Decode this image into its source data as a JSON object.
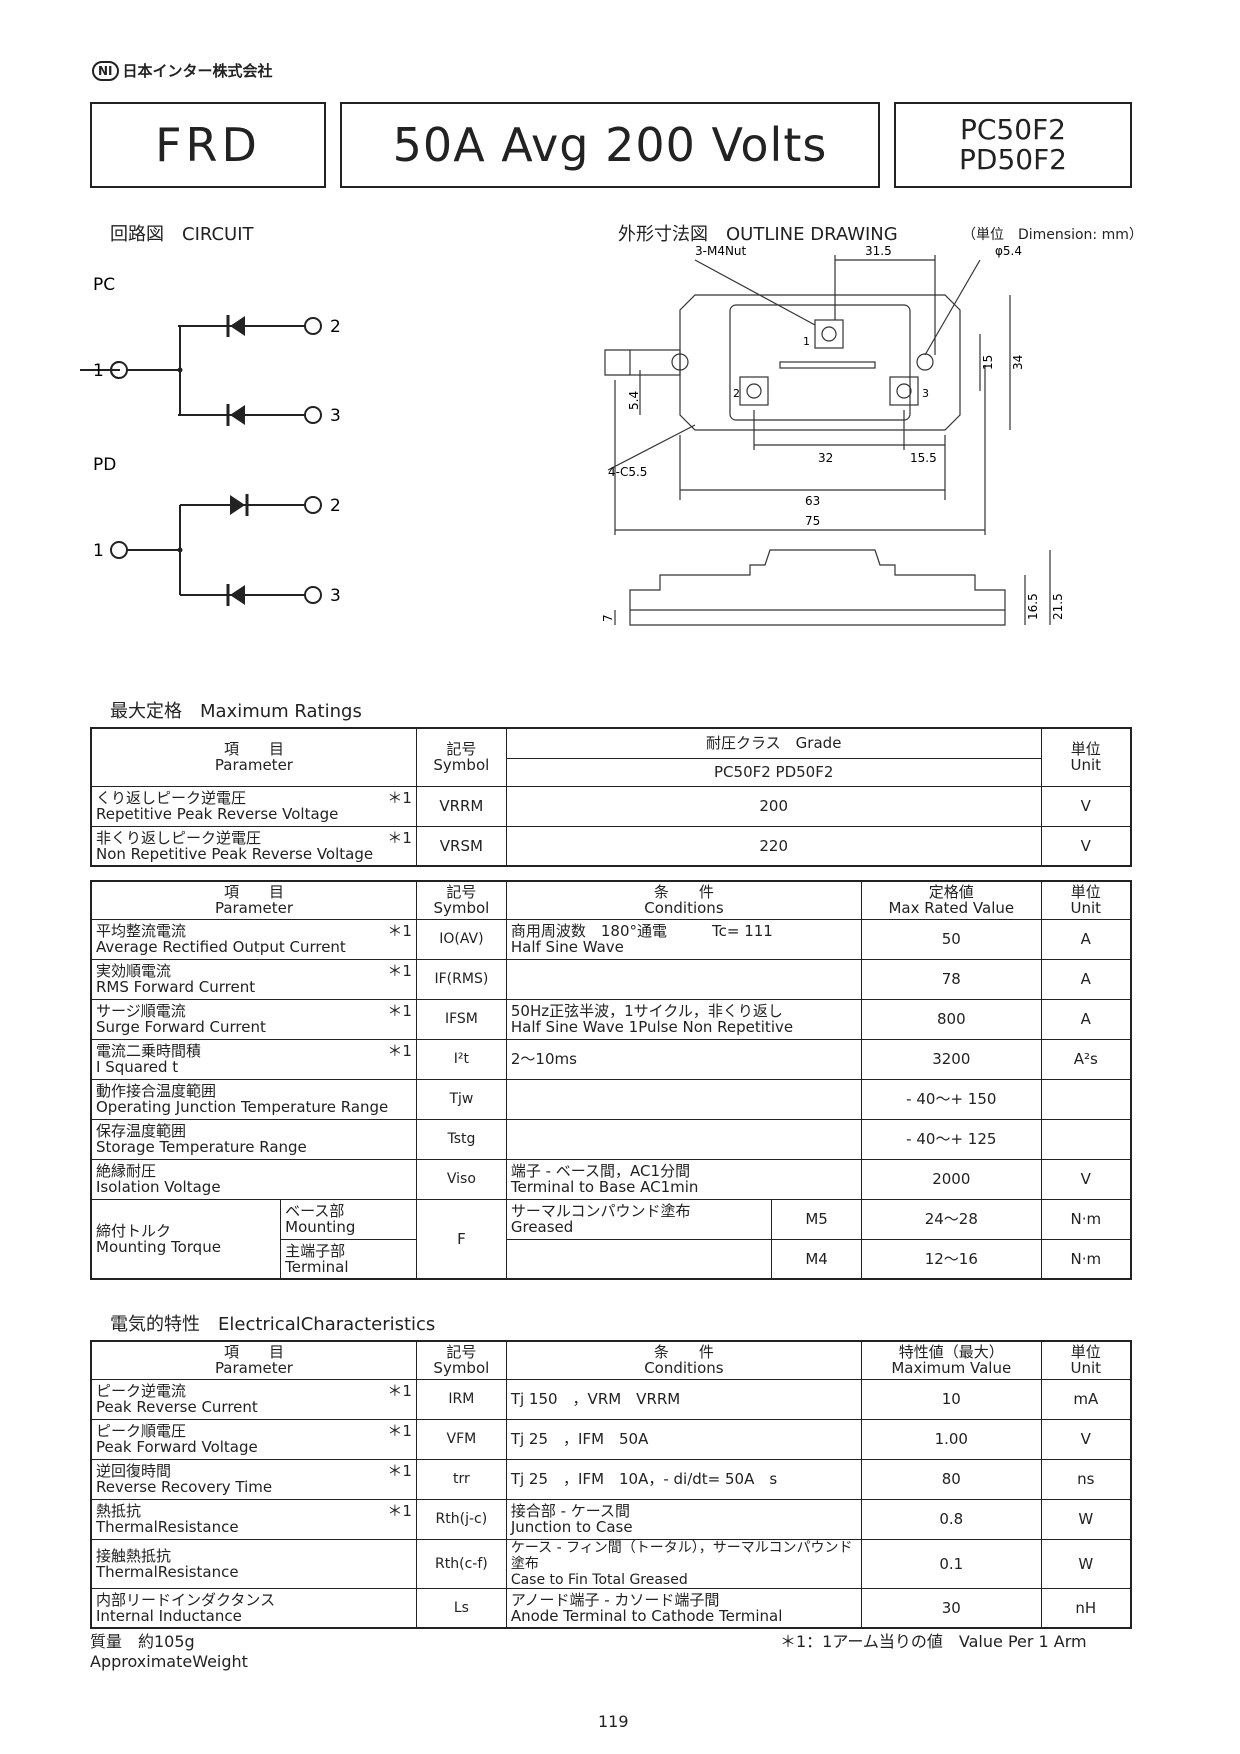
{
  "logo": {
    "mark": "NI",
    "name": "日本インター株式会社"
  },
  "header": {
    "type": "FRD",
    "rating": "50A Avg 200 Volts",
    "part1": "PC50F2",
    "part2": "PD50F2"
  },
  "circuit": {
    "title": "回路図　CIRCUIT",
    "pc": "PC",
    "pd": "PD",
    "t1": "1",
    "t2": "2",
    "t3": "3"
  },
  "outline": {
    "title": "外形寸法図　OUTLINE DRAWING",
    "unit": "（単位　Dimension: mm）",
    "nut": "3-M4Nut",
    "d315": "31.5",
    "hole": "φ5.4",
    "d15": "15",
    "d34": "34",
    "d54": "5.4",
    "chamfer": "4-C5.5",
    "d32": "32",
    "d155": "15.5",
    "d63": "63",
    "d75": "75",
    "d165": "16.5",
    "d215": "21.5",
    "d7": "7",
    "p1": "1",
    "p2": "2",
    "p3": "3"
  },
  "max_title": "最大定格　Maximum Ratings",
  "t1": {
    "param_jp": "項　　目",
    "param_en": "Parameter",
    "sym_jp": "記号",
    "sym_en": "Symbol",
    "grade_jp": "耐圧クラス　Grade",
    "grade": "PC50F2 PD50F2",
    "unit_jp": "単位",
    "unit_en": "Unit",
    "rows": [
      {
        "jp": "くり返しピーク逆電圧",
        "note": "＊1",
        "en": "Repetitive Peak Reverse Voltage",
        "sym": "VRRM",
        "val": "200",
        "unit": "V"
      },
      {
        "jp": "非くり返しピーク逆電圧",
        "note": "＊1",
        "en": "Non Repetitive Peak Reverse Voltage",
        "sym": "VRSM",
        "val": "220",
        "unit": "V"
      }
    ]
  },
  "t2": {
    "param_jp": "項　　目",
    "param_en": "Parameter",
    "sym_jp": "記号",
    "sym_en": "Symbol",
    "cond_jp": "条　　件",
    "cond_en": "Conditions",
    "val_jp": "定格値",
    "val_en": "Max Rated Value",
    "unit_jp": "単位",
    "unit_en": "Unit",
    "rows": [
      {
        "jp": "平均整流電流",
        "note": "＊1",
        "en": "Average Rectified Output Current",
        "sym": "IO(AV)",
        "c1": "商用周波数　180°通電　　　Tc= 111",
        "c2": "Half Sine Wave",
        "val": "50",
        "unit": "A"
      },
      {
        "jp": "実効順電流",
        "note": "＊1",
        "en": "RMS Forward Current",
        "sym": "IF(RMS)",
        "c1": "",
        "c2": "",
        "val": "78",
        "unit": "A"
      },
      {
        "jp": "サージ順電流",
        "note": "＊1",
        "en": "Surge Forward Current",
        "sym": "IFSM",
        "c1": "50Hz正弦半波，1サイクル，非くり返し",
        "c2": "Half Sine Wave 1Pulse Non Repetitive",
        "val": "800",
        "unit": "A"
      },
      {
        "jp": "電流二乗時間積",
        "note": "＊1",
        "en": "I Squared t",
        "sym": "I²t",
        "c1": "2～10ms",
        "c2": "",
        "val": "3200",
        "unit": "A²s"
      },
      {
        "jp": "動作接合温度範囲",
        "note": "",
        "en": "Operating Junction Temperature Range",
        "sym": "Tjw",
        "c1": "",
        "c2": "",
        "val": "- 40～+ 150",
        "unit": ""
      },
      {
        "jp": "保存温度範囲",
        "note": "",
        "en": "Storage Temperature Range",
        "sym": "Tstg",
        "c1": "",
        "c2": "",
        "val": "- 40～+ 125",
        "unit": ""
      },
      {
        "jp": "絶縁耐圧",
        "note": "",
        "en": "Isolation Voltage",
        "sym": "Viso",
        "c1": "端子 - ベース間，AC1分間",
        "c2": "Terminal to Base AC1min",
        "val": "2000",
        "unit": "V"
      }
    ],
    "torque": {
      "jp": "締付トルク",
      "en": "Mounting Torque",
      "sym": "F",
      "base_jp": "ベース部",
      "base_en": "Mounting",
      "term_jp": "主端子部",
      "term_en": "Terminal",
      "c1": "サーマルコンパウンド塗布",
      "c2": "Greased",
      "m5": "M5",
      "v5": "24～28",
      "m4": "M4",
      "v4": "12～16",
      "unit": "N·m"
    }
  },
  "elec_title": "電気的特性　ElectricalCharacteristics",
  "t3": {
    "param_jp": "項　　目",
    "param_en": "Parameter",
    "sym_jp": "記号",
    "sym_en": "Symbol",
    "cond_jp": "条　　件",
    "cond_en": "Conditions",
    "val_jp": "特性値（最大）",
    "val_en": "Maximum Value",
    "unit_jp": "単位",
    "unit_en": "Unit",
    "rows": [
      {
        "jp": "ピーク逆電流",
        "note": "＊1",
        "en": "Peak Reverse Current",
        "sym": "IRM",
        "c1": "Tj 150　，VRM　VRRM",
        "c2": "",
        "val": "10",
        "unit": "mA"
      },
      {
        "jp": "ピーク順電圧",
        "note": "＊1",
        "en": "Peak Forward Voltage",
        "sym": "VFM",
        "c1": "Tj 25　，IFM　50A",
        "c2": "",
        "val": "1.00",
        "unit": "V"
      },
      {
        "jp": "逆回復時間",
        "note": "＊1",
        "en": "Reverse Recovery Time",
        "sym": "trr",
        "c1": "Tj 25　，IFM　10A，- di/dt= 50A　s",
        "c2": "",
        "val": "80",
        "unit": "ns"
      },
      {
        "jp": "熱抵抗",
        "note": "＊1",
        "en": "ThermalResistance",
        "sym": "Rth(j-c)",
        "c1": "接合部 - ケース間",
        "c2": "Junction to Case",
        "val": "0.8",
        "unit": "W"
      },
      {
        "jp": "接触熱抵抗",
        "note": "",
        "en": "ThermalResistance",
        "sym": "Rth(c-f)",
        "c1": "ケース - フィン間（トータル），サーマルコンパウンド塗布",
        "c2": "Case to Fin Total Greased",
        "val": "0.1",
        "unit": "W"
      },
      {
        "jp": "内部リードインダクタンス",
        "note": "",
        "en": "Internal Inductance",
        "sym": "Ls",
        "c1": "アノード端子 - カソード端子間",
        "c2": "Anode Terminal to Cathode Terminal",
        "val": "30",
        "unit": "nH"
      }
    ]
  },
  "footer": {
    "weight_jp": "質量　約105g",
    "weight_en": "ApproximateWeight",
    "note": "＊1：1アーム当りの値　Value Per 1 Arm",
    "page": "119"
  }
}
